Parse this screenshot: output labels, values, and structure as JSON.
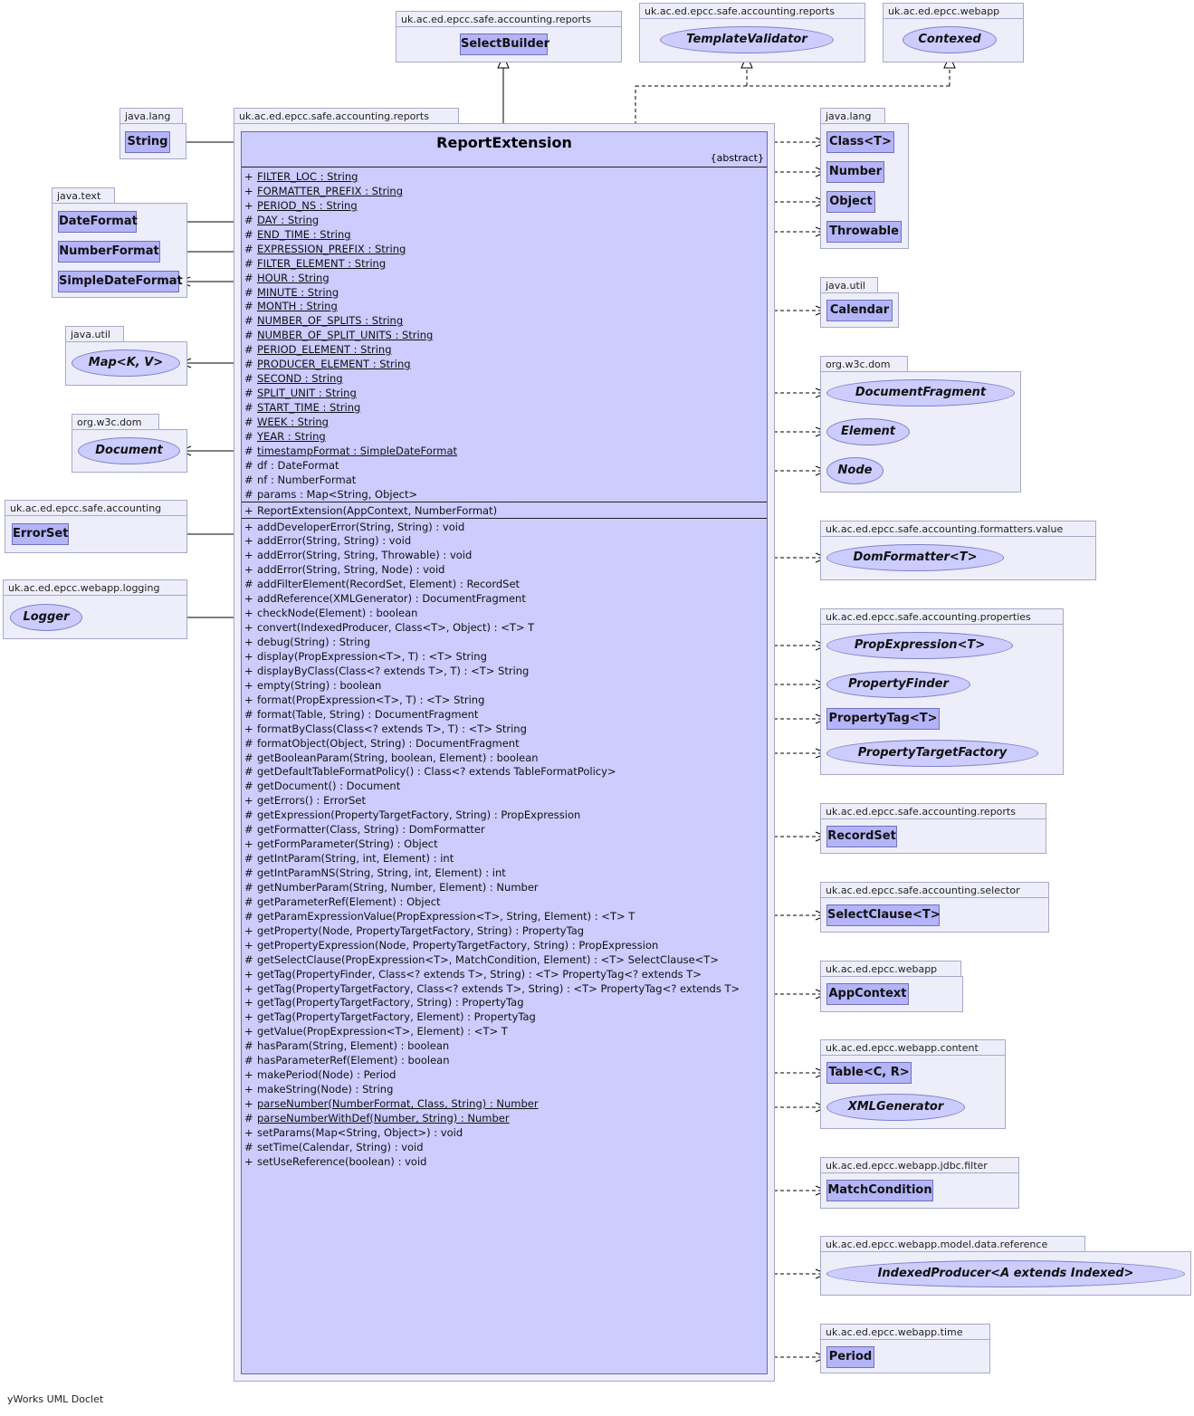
{
  "main_package": "uk.ac.ed.epcc.safe.accounting.reports",
  "main_class": {
    "name": "ReportExtension",
    "stereotype": "{abstract}",
    "attributes": [
      {
        "v": "+",
        "t": "FILTER_LOC : String",
        "s": true
      },
      {
        "v": "+",
        "t": "FORMATTER_PREFIX : String",
        "s": true
      },
      {
        "v": "+",
        "t": "PERIOD_NS : String",
        "s": true
      },
      {
        "v": "#",
        "t": "DAY : String",
        "s": true
      },
      {
        "v": "#",
        "t": "END_TIME : String",
        "s": true
      },
      {
        "v": "#",
        "t": "EXPRESSION_PREFIX : String",
        "s": true
      },
      {
        "v": "#",
        "t": "FILTER_ELEMENT : String",
        "s": true
      },
      {
        "v": "#",
        "t": "HOUR : String",
        "s": true
      },
      {
        "v": "#",
        "t": "MINUTE : String",
        "s": true
      },
      {
        "v": "#",
        "t": "MONTH : String",
        "s": true
      },
      {
        "v": "#",
        "t": "NUMBER_OF_SPLITS : String",
        "s": true
      },
      {
        "v": "#",
        "t": "NUMBER_OF_SPLIT_UNITS : String",
        "s": true
      },
      {
        "v": "#",
        "t": "PERIOD_ELEMENT : String",
        "s": true
      },
      {
        "v": "#",
        "t": "PRODUCER_ELEMENT : String",
        "s": true
      },
      {
        "v": "#",
        "t": "SECOND : String",
        "s": true
      },
      {
        "v": "#",
        "t": "SPLIT_UNIT : String",
        "s": true
      },
      {
        "v": "#",
        "t": "START_TIME : String",
        "s": true
      },
      {
        "v": "#",
        "t": "WEEK : String",
        "s": true
      },
      {
        "v": "#",
        "t": "YEAR : String",
        "s": true
      },
      {
        "v": "#",
        "t": "timestampFormat : SimpleDateFormat",
        "s": true
      },
      {
        "v": "#",
        "t": "df : DateFormat",
        "s": false
      },
      {
        "v": "#",
        "t": "nf : NumberFormat",
        "s": false
      },
      {
        "v": "#",
        "t": "params : Map<String, Object>",
        "s": false
      }
    ],
    "constructors": [
      {
        "v": "+",
        "t": "ReportExtension(AppContext, NumberFormat)",
        "s": false
      }
    ],
    "methods": [
      {
        "v": "+",
        "t": "addDeveloperError(String, String) : void",
        "s": false
      },
      {
        "v": "+",
        "t": "addError(String, String) : void",
        "s": false
      },
      {
        "v": "+",
        "t": "addError(String, String, Throwable) : void",
        "s": false
      },
      {
        "v": "+",
        "t": "addError(String, String, Node) : void",
        "s": false
      },
      {
        "v": "#",
        "t": "addFilterElement(RecordSet, Element) : RecordSet",
        "s": false
      },
      {
        "v": "+",
        "t": "addReference(XMLGenerator) : DocumentFragment",
        "s": false
      },
      {
        "v": "+",
        "t": "checkNode(Element) : boolean",
        "s": false
      },
      {
        "v": "+",
        "t": "convert(IndexedProducer, Class<T>, Object) :  <T> T",
        "s": false
      },
      {
        "v": "+",
        "t": "debug(String) : String",
        "s": false
      },
      {
        "v": "+",
        "t": "display(PropExpression<T>, T) :  <T> String",
        "s": false
      },
      {
        "v": "+",
        "t": "displayByClass(Class<? extends T>, T) :  <T> String",
        "s": false
      },
      {
        "v": "+",
        "t": "empty(String) : boolean",
        "s": false
      },
      {
        "v": "+",
        "t": "format(PropExpression<T>, T) :  <T> String",
        "s": false
      },
      {
        "v": "#",
        "t": "format(Table, String) : DocumentFragment",
        "s": false
      },
      {
        "v": "+",
        "t": "formatByClass(Class<? extends T>, T) :  <T> String",
        "s": false
      },
      {
        "v": "#",
        "t": "formatObject(Object, String) : DocumentFragment",
        "s": false
      },
      {
        "v": "#",
        "t": "getBooleanParam(String, boolean, Element) : boolean",
        "s": false
      },
      {
        "v": "#",
        "t": "getDefaultTableFormatPolicy() : Class<? extends TableFormatPolicy>",
        "s": false
      },
      {
        "v": "#",
        "t": "getDocument() : Document",
        "s": false
      },
      {
        "v": "+",
        "t": "getErrors() : ErrorSet",
        "s": false
      },
      {
        "v": "#",
        "t": "getExpression(PropertyTargetFactory, String) : PropExpression",
        "s": false
      },
      {
        "v": "#",
        "t": "getFormatter(Class, String) : DomFormatter",
        "s": false
      },
      {
        "v": "+",
        "t": "getFormParameter(String) : Object",
        "s": false
      },
      {
        "v": "#",
        "t": "getIntParam(String, int, Element) : int",
        "s": false
      },
      {
        "v": "#",
        "t": "getIntParamNS(String, String, int, Element) : int",
        "s": false
      },
      {
        "v": "#",
        "t": "getNumberParam(String, Number, Element) : Number",
        "s": false
      },
      {
        "v": "#",
        "t": "getParameterRef(Element) : Object",
        "s": false
      },
      {
        "v": "#",
        "t": "getParamExpressionValue(PropExpression<T>, String, Element) :  <T> T",
        "s": false
      },
      {
        "v": "+",
        "t": "getProperty(Node, PropertyTargetFactory, String) : PropertyTag",
        "s": false
      },
      {
        "v": "+",
        "t": "getPropertyExpression(Node, PropertyTargetFactory, String) : PropExpression",
        "s": false
      },
      {
        "v": "#",
        "t": "getSelectClause(PropExpression<T>, MatchCondition, Element) :  <T> SelectClause<T>",
        "s": false
      },
      {
        "v": "+",
        "t": "getTag(PropertyFinder, Class<? extends T>, String) :  <T> PropertyTag<? extends T>",
        "s": false
      },
      {
        "v": "+",
        "t": "getTag(PropertyTargetFactory, Class<? extends T>, String) :  <T> PropertyTag<? extends T>",
        "s": false
      },
      {
        "v": "+",
        "t": "getTag(PropertyTargetFactory, String) : PropertyTag",
        "s": false
      },
      {
        "v": "+",
        "t": "getTag(PropertyTargetFactory, Element) : PropertyTag",
        "s": false
      },
      {
        "v": "+",
        "t": "getValue(PropExpression<T>, Element) :  <T> T",
        "s": false
      },
      {
        "v": "#",
        "t": "hasParam(String, Element) : boolean",
        "s": false
      },
      {
        "v": "#",
        "t": "hasParameterRef(Element) : boolean",
        "s": false
      },
      {
        "v": "+",
        "t": "makePeriod(Node) : Period",
        "s": false
      },
      {
        "v": "+",
        "t": "makeString(Node) : String",
        "s": false
      },
      {
        "v": "+",
        "t": "parseNumber(NumberFormat, Class, String) : Number",
        "s": true
      },
      {
        "v": "#",
        "t": "parseNumberWithDef(Number, String) : Number",
        "s": true
      },
      {
        "v": "+",
        "t": "setParams(Map<String, Object>) : void",
        "s": false
      },
      {
        "v": "#",
        "t": "setTime(Calendar, String) : void",
        "s": false
      },
      {
        "v": "+",
        "t": "setUseReference(boolean) : void",
        "s": false
      }
    ]
  },
  "packages": [
    {
      "label": "uk.ac.ed.epcc.safe.accounting.reports",
      "classes": [
        {
          "name": "SelectBuilder",
          "kind": "class"
        }
      ]
    },
    {
      "label": "uk.ac.ed.epcc.safe.accounting.reports",
      "classes": [
        {
          "name": "TemplateValidator",
          "kind": "interface"
        }
      ]
    },
    {
      "label": "uk.ac.ed.epcc.webapp",
      "classes": [
        {
          "name": "Contexed",
          "kind": "interface"
        }
      ]
    },
    {
      "label": "java.lang",
      "classes": [
        {
          "name": "String",
          "kind": "class"
        }
      ]
    },
    {
      "label": "java.text",
      "classes": [
        {
          "name": "DateFormat",
          "kind": "class"
        },
        {
          "name": "NumberFormat",
          "kind": "class"
        },
        {
          "name": "SimpleDateFormat",
          "kind": "class"
        }
      ]
    },
    {
      "label": "java.util",
      "classes": [
        {
          "name": "Map<K, V>",
          "kind": "interface"
        }
      ]
    },
    {
      "label": "org.w3c.dom",
      "classes": [
        {
          "name": "Document",
          "kind": "interface"
        }
      ]
    },
    {
      "label": "uk.ac.ed.epcc.safe.accounting",
      "classes": [
        {
          "name": "ErrorSet",
          "kind": "class"
        }
      ]
    },
    {
      "label": "uk.ac.ed.epcc.webapp.logging",
      "classes": [
        {
          "name": "Logger",
          "kind": "interface"
        }
      ]
    },
    {
      "label": "java.lang",
      "classes": [
        {
          "name": "Class<T>",
          "kind": "class"
        },
        {
          "name": "Number",
          "kind": "class"
        },
        {
          "name": "Object",
          "kind": "class"
        },
        {
          "name": "Throwable",
          "kind": "class"
        }
      ]
    },
    {
      "label": "java.util",
      "classes": [
        {
          "name": "Calendar",
          "kind": "class"
        }
      ]
    },
    {
      "label": "org.w3c.dom",
      "classes": [
        {
          "name": "DocumentFragment",
          "kind": "interface"
        },
        {
          "name": "Element",
          "kind": "interface"
        },
        {
          "name": "Node",
          "kind": "interface"
        }
      ]
    },
    {
      "label": "uk.ac.ed.epcc.safe.accounting.formatters.value",
      "classes": [
        {
          "name": "DomFormatter<T>",
          "kind": "interface"
        }
      ]
    },
    {
      "label": "uk.ac.ed.epcc.safe.accounting.properties",
      "classes": [
        {
          "name": "PropExpression<T>",
          "kind": "interface"
        },
        {
          "name": "PropertyFinder",
          "kind": "interface"
        },
        {
          "name": "PropertyTag<T>",
          "kind": "class"
        },
        {
          "name": "PropertyTargetFactory",
          "kind": "interface"
        }
      ]
    },
    {
      "label": "uk.ac.ed.epcc.safe.accounting.reports",
      "classes": [
        {
          "name": "RecordSet",
          "kind": "class"
        }
      ]
    },
    {
      "label": "uk.ac.ed.epcc.safe.accounting.selector",
      "classes": [
        {
          "name": "SelectClause<T>",
          "kind": "class"
        }
      ]
    },
    {
      "label": "uk.ac.ed.epcc.webapp",
      "classes": [
        {
          "name": "AppContext",
          "kind": "class"
        }
      ]
    },
    {
      "label": "uk.ac.ed.epcc.webapp.content",
      "classes": [
        {
          "name": "Table<C, R>",
          "kind": "class"
        },
        {
          "name": "XMLGenerator",
          "kind": "interface"
        }
      ]
    },
    {
      "label": "uk.ac.ed.epcc.webapp.jdbc.filter",
      "classes": [
        {
          "name": "MatchCondition",
          "kind": "class"
        }
      ]
    },
    {
      "label": "uk.ac.ed.epcc.webapp.model.data.reference",
      "classes": [
        {
          "name": "IndexedProducer<A extends Indexed>",
          "kind": "interface"
        }
      ]
    },
    {
      "label": "uk.ac.ed.epcc.webapp.time",
      "classes": [
        {
          "name": "Period",
          "kind": "class"
        }
      ]
    }
  ],
  "footer": "yWorks UML Doclet"
}
